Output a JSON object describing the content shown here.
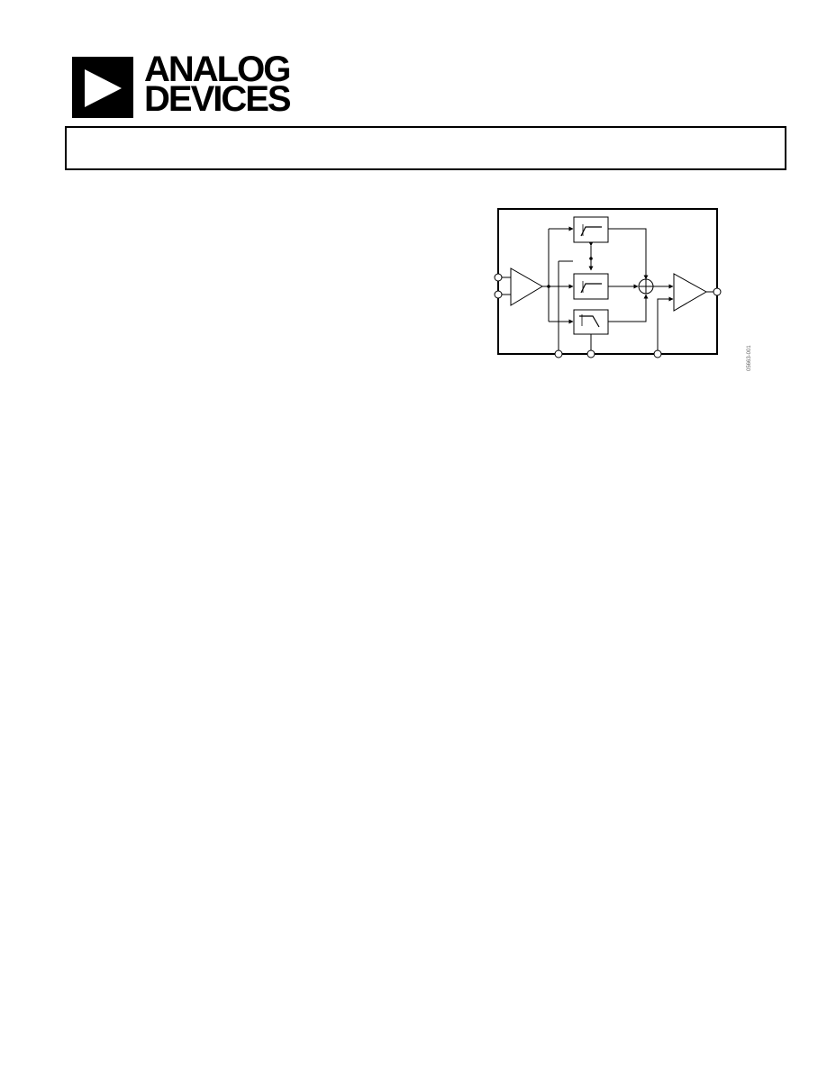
{
  "header": {
    "brand_line1": "ANALOG",
    "brand_line2": "DEVICES",
    "title": ""
  },
  "diagram": {
    "figure_code": "05663-001"
  }
}
